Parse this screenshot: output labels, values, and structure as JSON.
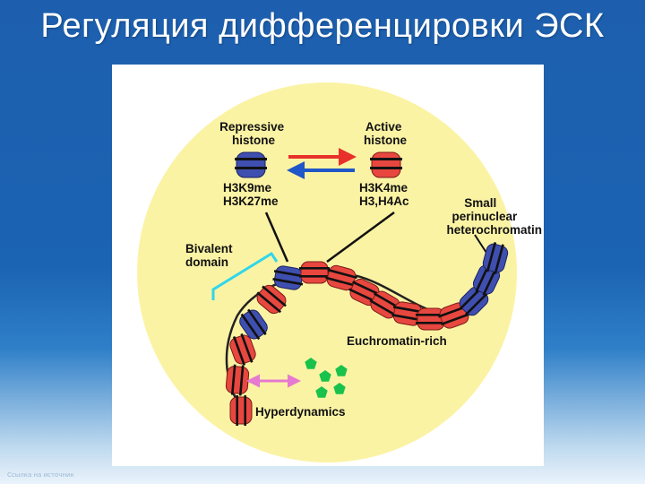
{
  "slide": {
    "title": "Регуляция дифференцировки ЭСК",
    "footer": "Ссылка на источник"
  },
  "diagram": {
    "repressive_label": [
      "Repressive",
      "histone"
    ],
    "active_label": [
      "Active",
      "histone"
    ],
    "repressive_marks": [
      "H3K9me",
      "H3K27me"
    ],
    "active_marks": [
      "H3K4me",
      "H3,H4Ac"
    ],
    "heterochromatin_label": [
      "Small",
      "perinuclear",
      "heterochromatin"
    ],
    "bivalent_label": [
      "Bivalent",
      "domain"
    ],
    "euchromatin_label": "Euchromatin-rich",
    "hyperdynamics_label": "Hyperdynamics",
    "colors": {
      "nucleus": "#fbf3a4",
      "active_histone": "#e8473f",
      "repressive_histone": "#3f4fb0",
      "arrow_forward": "#e8312a",
      "arrow_back": "#1f57c8",
      "bivalent_bracket": "#31d6ea",
      "hyperdynamics_arrow": "#e57ad0",
      "factors": "#19c24b"
    }
  }
}
